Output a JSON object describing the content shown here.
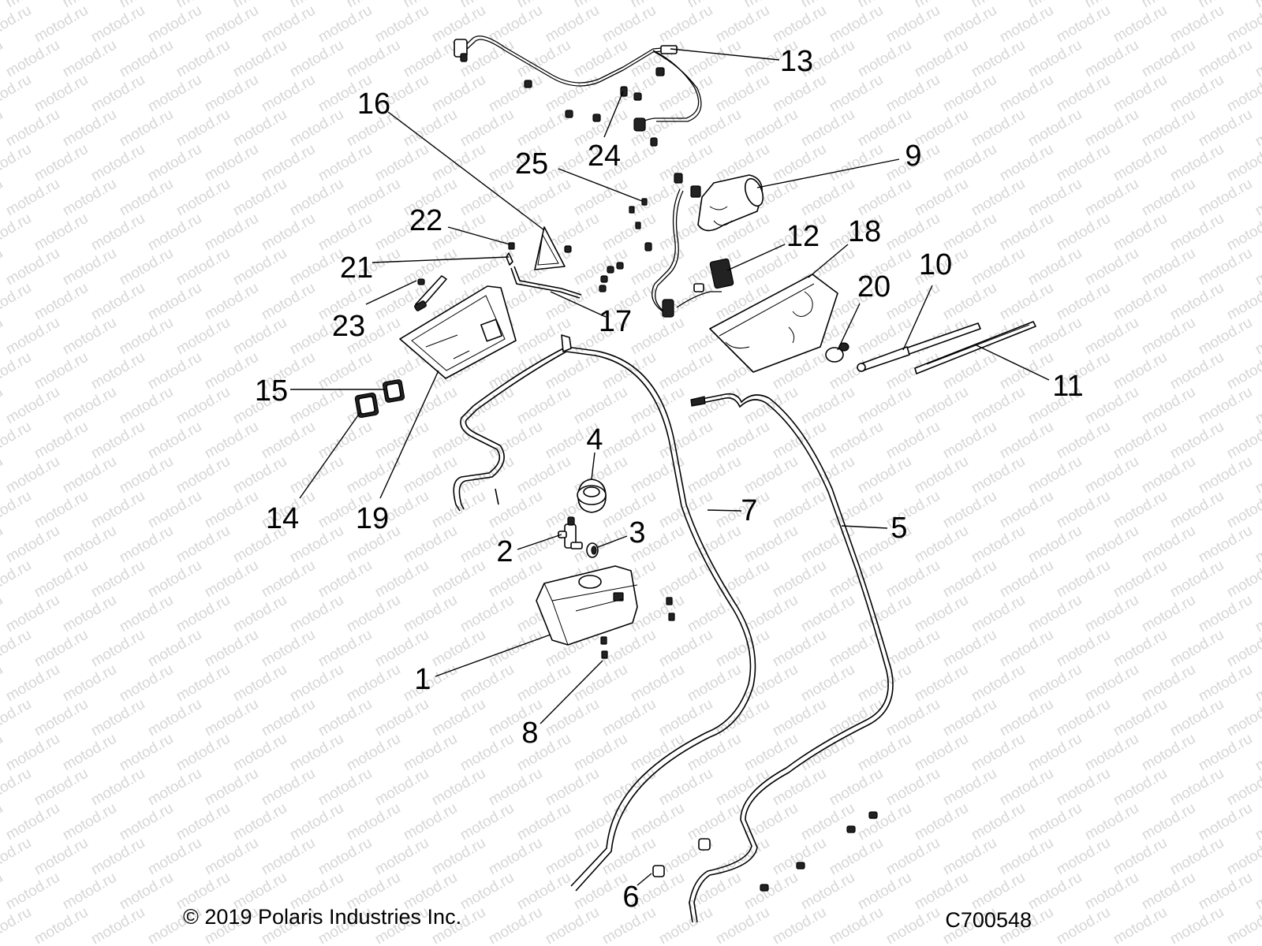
{
  "watermark": "motod.ru",
  "callouts": [
    {
      "id": "c1",
      "label": "1"
    },
    {
      "id": "c2",
      "label": "2"
    },
    {
      "id": "c3",
      "label": "3"
    },
    {
      "id": "c4",
      "label": "4"
    },
    {
      "id": "c5",
      "label": "5"
    },
    {
      "id": "c6",
      "label": "6"
    },
    {
      "id": "c7",
      "label": "7"
    },
    {
      "id": "c8",
      "label": "8"
    },
    {
      "id": "c9",
      "label": "9"
    },
    {
      "id": "c10",
      "label": "10"
    },
    {
      "id": "c11",
      "label": "11"
    },
    {
      "id": "c12",
      "label": "12"
    },
    {
      "id": "c13",
      "label": "13"
    },
    {
      "id": "c14",
      "label": "14"
    },
    {
      "id": "c15",
      "label": "15"
    },
    {
      "id": "c16",
      "label": "16"
    },
    {
      "id": "c17",
      "label": "17"
    },
    {
      "id": "c18",
      "label": "18"
    },
    {
      "id": "c19",
      "label": "19"
    },
    {
      "id": "c20",
      "label": "20"
    },
    {
      "id": "c21",
      "label": "21"
    },
    {
      "id": "c22",
      "label": "22"
    },
    {
      "id": "c23",
      "label": "23"
    },
    {
      "id": "c24",
      "label": "24"
    },
    {
      "id": "c25",
      "label": "25"
    }
  ],
  "footer": {
    "copyright": "© 2019 Polaris Industries Inc.",
    "drawing_number": "C700548"
  }
}
